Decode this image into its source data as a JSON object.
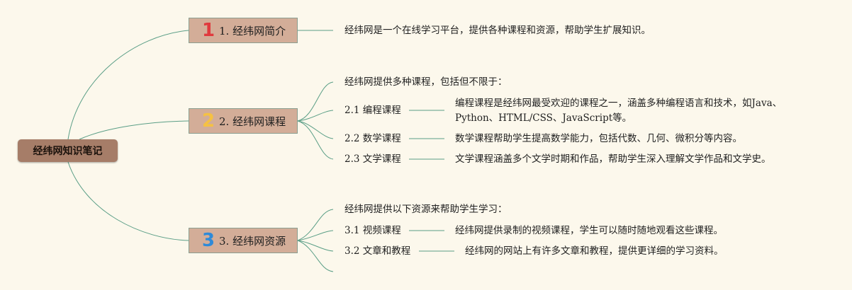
{
  "root": {
    "label": "经纬网知识笔记"
  },
  "branches": [
    {
      "badge": "1",
      "label": "1. 经纬网简介",
      "children": [
        {
          "text": "经纬网是一个在线学习平台，提供各种课程和资源，帮助学生扩展知识。"
        }
      ]
    },
    {
      "badge": "2",
      "label": "2. 经纬网课程",
      "intro": "经纬网提供多种课程，包括但不限于：",
      "children": [
        {
          "label": "2.1 编程课程",
          "detail": "编程课程是经纬网最受欢迎的课程之一，涵盖多种编程语言和技术，如Java、Python、HTML/CSS、JavaScript等。"
        },
        {
          "label": "2.2 数学课程",
          "detail": "数学课程帮助学生提高数学能力，包括代数、几何、微积分等内容。"
        },
        {
          "label": "2.3 文学课程",
          "detail": "文学课程涵盖多个文学时期和作品，帮助学生深入理解文学作品和文学史。"
        }
      ]
    },
    {
      "badge": "3",
      "label": "3. 经纬网资源",
      "intro": "经纬网提供以下资源来帮助学生学习：",
      "children": [
        {
          "label": "3.1 视频课程",
          "detail": "经纬网提供录制的视频课程，学生可以随时随地观看这些课程。"
        },
        {
          "label": "3.2 文章和教程",
          "detail": "经纬网的网站上有许多文章和教程，提供更详细的学习资料。"
        }
      ]
    }
  ],
  "colors": {
    "background": "#fcf8ec",
    "connector": "#5a9e86",
    "root_fill": "#a67d68",
    "branch_fill": "#d3ad98",
    "badge_1": "#e03a3e",
    "badge_2": "#f5c143",
    "badge_3": "#2e8ad8"
  }
}
